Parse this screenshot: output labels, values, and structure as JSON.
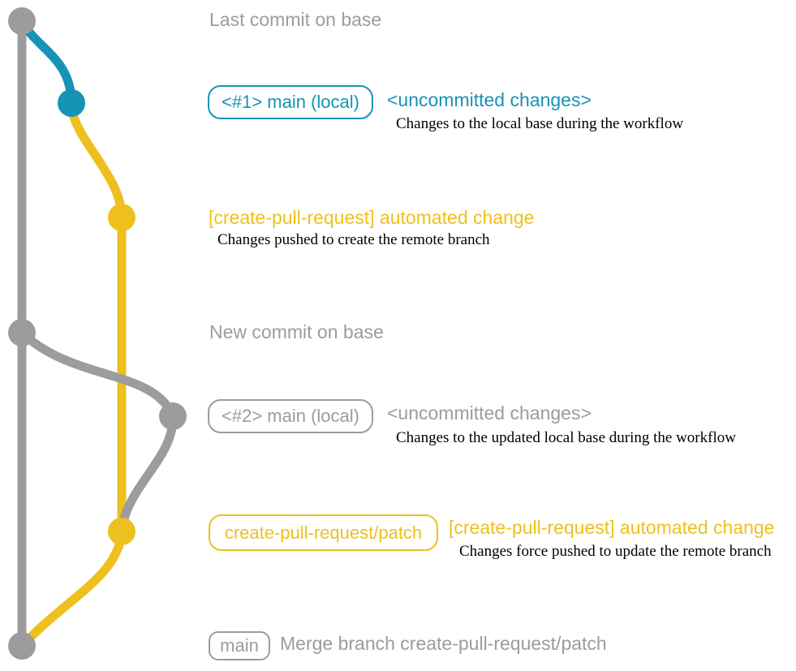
{
  "colors": {
    "teal": "#1793B5",
    "yellow": "#EDC01F",
    "gray": "#9C9C9C",
    "ink": "#000000",
    "background": "#FFFFFF"
  },
  "diagram": {
    "rows": [
      {
        "title": "Last commit on base",
        "color": "gray"
      },
      {
        "badge": "<#1> main (local)",
        "status": "<uncommitted changes>",
        "description": "Changes to the local base during the workflow",
        "color": "teal"
      },
      {
        "title": "[create-pull-request] automated change",
        "description": "Changes pushed to create the remote branch",
        "color": "yellow"
      },
      {
        "title": "New commit on base",
        "color": "gray"
      },
      {
        "badge": "<#2> main (local)",
        "status": "<uncommitted changes>",
        "description": "Changes to the updated local base during the workflow",
        "color": "gray"
      },
      {
        "badge": "create-pull-request/patch",
        "title": "[create-pull-request] automated change",
        "description": "Changes force pushed to update the remote branch",
        "color": "yellow"
      },
      {
        "badge": "main",
        "title": "Merge branch create-pull-request/patch",
        "color": "gray"
      }
    ],
    "nodes": [
      {
        "name": "last-commit-on-base",
        "color": "gray"
      },
      {
        "name": "local-main-1",
        "color": "teal"
      },
      {
        "name": "automated-change-1",
        "color": "yellow"
      },
      {
        "name": "new-commit-on-base",
        "color": "gray"
      },
      {
        "name": "local-main-2",
        "color": "gray"
      },
      {
        "name": "automated-change-2",
        "color": "yellow"
      },
      {
        "name": "merge-commit",
        "color": "gray"
      }
    ]
  }
}
